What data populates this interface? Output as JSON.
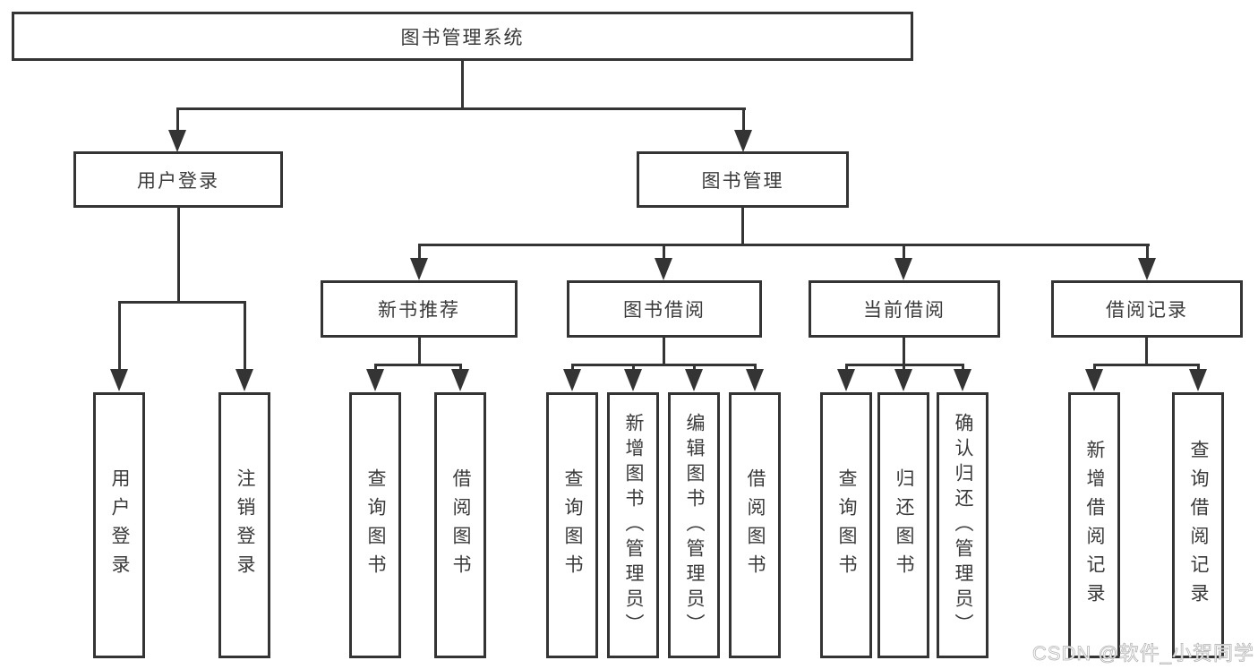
{
  "diagram": {
    "type": "function-tree",
    "colors": {
      "line": "#343434",
      "text": "#3a3a3a",
      "background": "#ffffff",
      "watermark": "#c9c9c9"
    },
    "tree": {
      "root": {
        "label": "图书管理系统"
      },
      "children": [
        {
          "label": "用户登录",
          "children": [
            {
              "label": "用户登录"
            },
            {
              "label": "注销登录"
            }
          ]
        },
        {
          "label": "图书管理",
          "children": [
            {
              "label": "新书推荐",
              "children": [
                {
                  "label": "查询图书"
                },
                {
                  "label": "借阅图书"
                }
              ]
            },
            {
              "label": "图书借阅",
              "children": [
                {
                  "label": "查询图书"
                },
                {
                  "label": "新增图书（管理员）"
                },
                {
                  "label": "编辑图书（管理员）"
                },
                {
                  "label": "借阅图书"
                }
              ]
            },
            {
              "label": "当前借阅",
              "children": [
                {
                  "label": "查询图书"
                },
                {
                  "label": "归还图书"
                },
                {
                  "label": "确认归还（管理员）"
                }
              ]
            },
            {
              "label": "借阅记录",
              "children": [
                {
                  "label": "新增借阅记录"
                },
                {
                  "label": "查询借阅记录"
                }
              ]
            }
          ]
        }
      ]
    },
    "watermark": {
      "text": "CSDN @软件_小贺同学"
    }
  }
}
